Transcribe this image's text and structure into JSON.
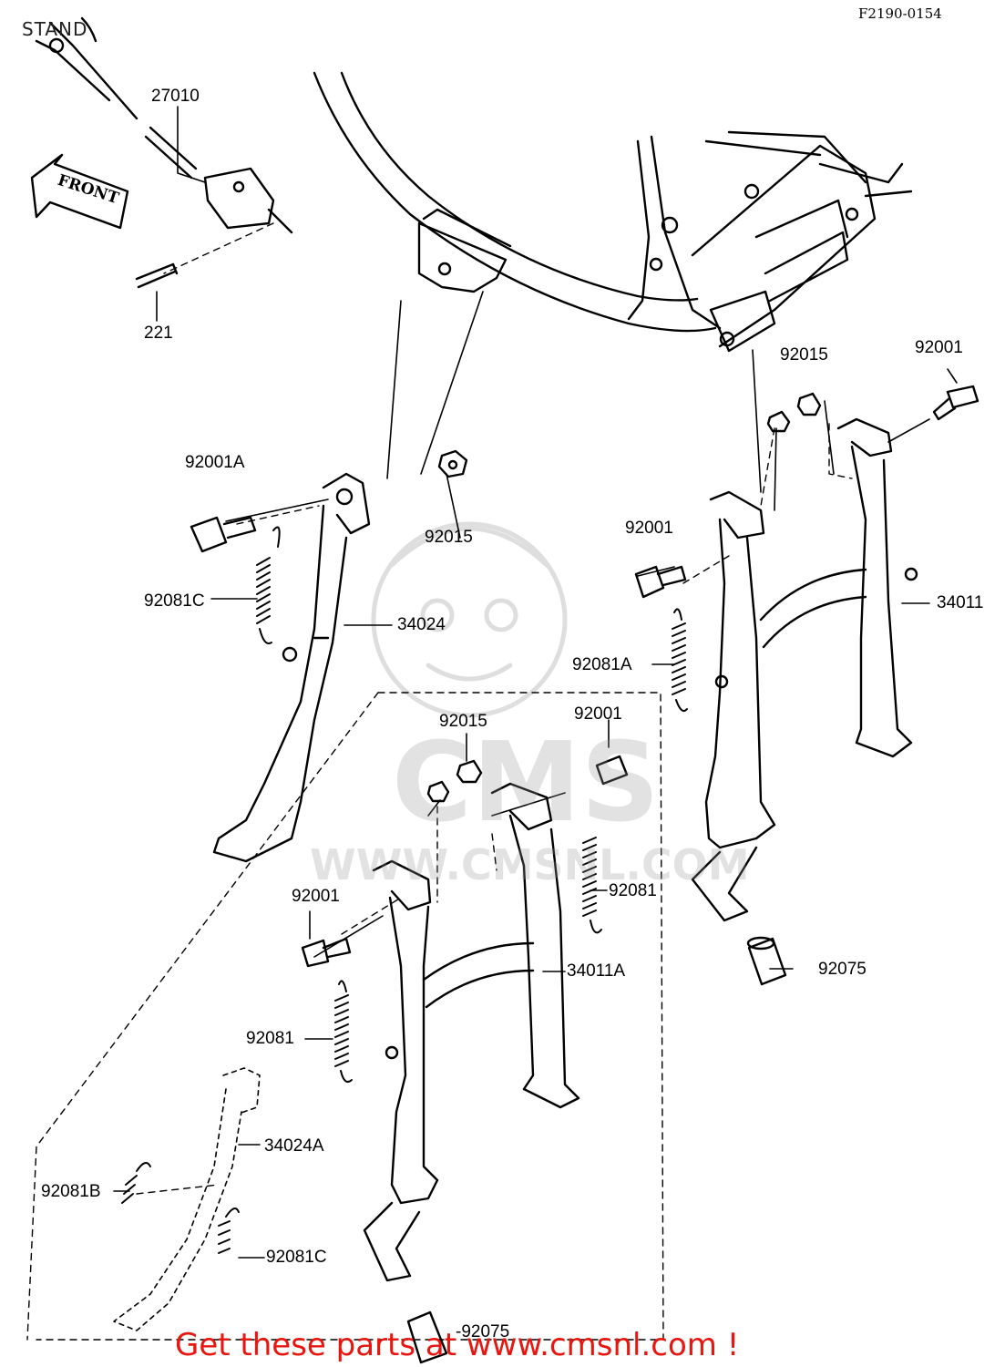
{
  "title": "STAND",
  "figure_code": "F2190-0154",
  "front_label": "FRONT",
  "watermark": {
    "logo": "CMS",
    "url": "WWW.CMSNL.COM"
  },
  "footer": "Get these parts at www.cmsnl.com !",
  "colors": {
    "line": "#000000",
    "footer": "#e8160f",
    "watermark": "#b0b0b0"
  },
  "parts": {
    "p27010": "27010",
    "p221": "221",
    "p92015_top": "92015",
    "p92001_top": "92001",
    "p92001a": "92001A",
    "p92015_mid": "92015",
    "p92001_mid": "92001",
    "p92081c_upper": "92081C",
    "p34024": "34024",
    "p34011": "34011",
    "p92081a": "92081A",
    "p92015_low": "92015",
    "p92001_low": "92001",
    "p92081_right": "92081",
    "p92001_left": "92001",
    "p34011a": "34011A",
    "p92075_right": "92075",
    "p92081_left": "92081",
    "p34024a": "34024A",
    "p92081b": "92081B",
    "p92081c_lower": "92081C",
    "p92075_bottom": "-92075"
  }
}
